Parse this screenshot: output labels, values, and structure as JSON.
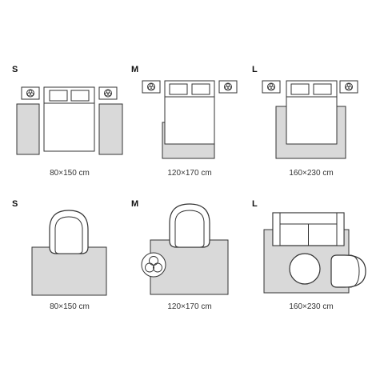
{
  "bedroom": [
    {
      "size_label": "S",
      "caption": "80×150 cm"
    },
    {
      "size_label": "M",
      "caption": "120×170 cm"
    },
    {
      "size_label": "L",
      "caption": "160×230 cm"
    }
  ],
  "living": [
    {
      "size_label": "S",
      "caption": "80×150 cm"
    },
    {
      "size_label": "M",
      "caption": "120×170 cm"
    },
    {
      "size_label": "L",
      "caption": "160×230 cm"
    }
  ],
  "colors": {
    "rug": "#d9d9d9",
    "line": "#333333",
    "furniture": "#ffffff"
  }
}
